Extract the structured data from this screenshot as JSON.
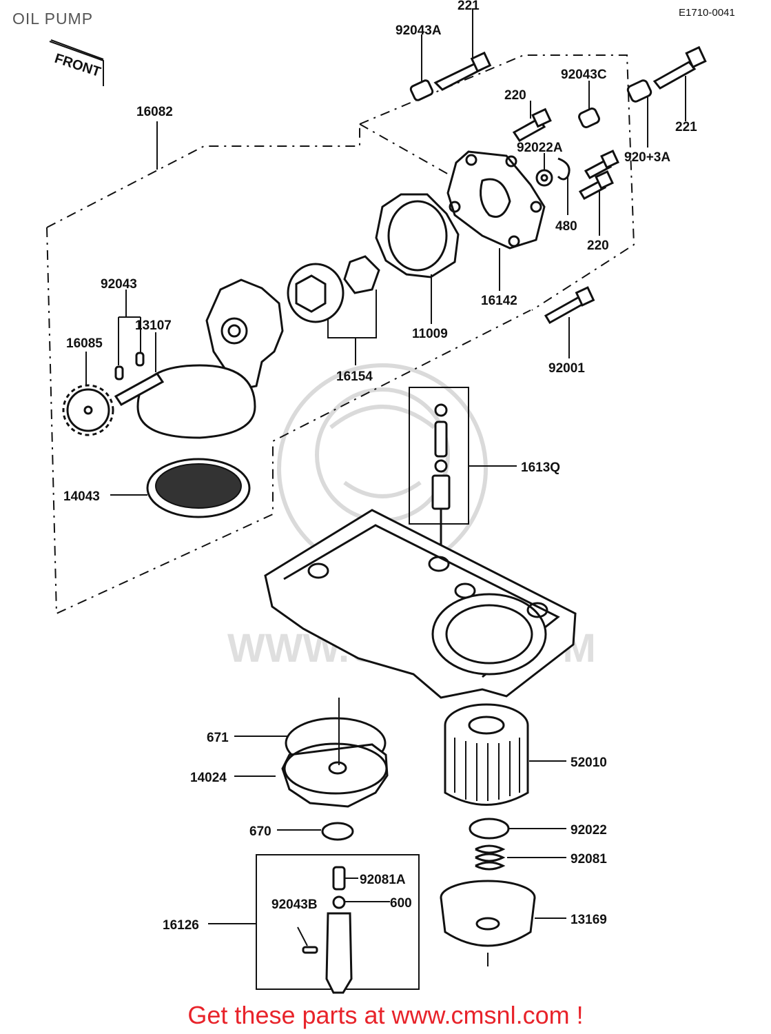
{
  "diagram": {
    "title": "OIL PUMP",
    "drawing_code": "E1710-0041",
    "front_marker": "FRONT",
    "footer": "Get these parts at www.cmsnl.com !",
    "watermark": "WWW.CMSNL.COM",
    "part_numbers": {
      "p221_top": "221",
      "p92043A_top": "92043A",
      "p16082": "16082",
      "p92043C": "92043C",
      "p220_top": "220",
      "p221_right": "221",
      "p92022A": "92022A",
      "p92043A_right": "920+3A",
      "p480": "480",
      "p220_right": "220",
      "p16142": "16142",
      "p92043": "92043",
      "p13107": "13107",
      "p16085": "16085",
      "p11009": "11009",
      "p16154": "16154",
      "p92001": "92001",
      "p16130": "1613Q",
      "p14043": "14043",
      "p671": "671",
      "p14024": "14024",
      "p52010": "52010",
      "p670": "670",
      "p92022": "92022",
      "p92081": "92081",
      "p92081A": "92081A",
      "p92043B": "92043B",
      "p600": "600",
      "p16126": "16126",
      "p13169": "13169"
    }
  }
}
